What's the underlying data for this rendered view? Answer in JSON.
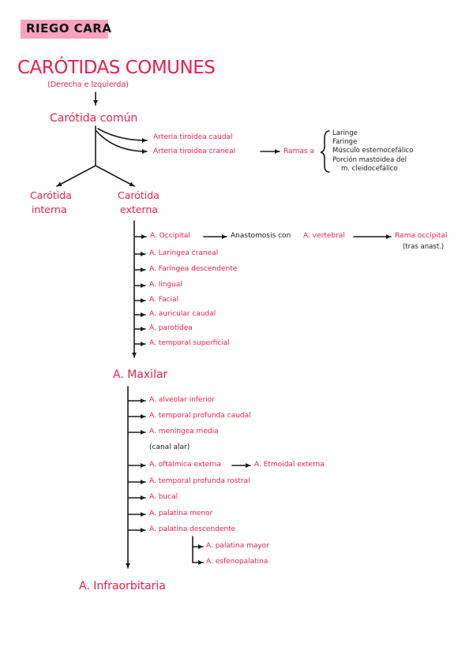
{
  "header": {
    "title": "RIEGO CARA"
  },
  "main": {
    "title": "CARÓTIDAS COMUNES",
    "subtitle": "(Derecha e Izquierda)"
  },
  "carotida_comun": {
    "label": "Carótida común",
    "tiroidea_caudal": "Arteria tiroidea caudal",
    "tiroidea_craneal": "Arteria tiroidea craneal",
    "ramas_label": "Ramas a",
    "ramas": [
      "Laringe",
      "Faringe",
      "Músculo esternocefálico",
      "Porción mastoidea del",
      "m. cleidocefálico"
    ]
  },
  "carotida_interna": {
    "line1": "Carótida",
    "line2": "interna"
  },
  "carotida_externa": {
    "line1": "Carótida",
    "line2": "externa",
    "branches": [
      "A. Occipital",
      "A. Laríngea craneal",
      "A. Faríngea descendente",
      "A. lingual",
      "A. Facial",
      "A. auricular caudal",
      "A. parotídea",
      "A. temporal superficial"
    ],
    "anastomosis": "Anastomosis con",
    "vertebral": "A. vertebral",
    "rama_occipital": "Rama occipital",
    "tras_anast": "(tras anast.)"
  },
  "maxilar": {
    "label": "A. Maxilar",
    "branches": [
      "A. alveolar inferior",
      "A. temporal profunda caudal",
      "A. meníngea media",
      "(canal alar)",
      "A. oftálmica externa",
      "A. temporal profunda rostral",
      "A. bucal",
      "A. palatina menor",
      "A. palatina descendente"
    ],
    "etmoidal": "A. Etmoidal externa",
    "palatina_sub": [
      "A. palatina mayor",
      "A. esfenopalatina"
    ]
  },
  "infraorbitaria": {
    "label": "A. Infraorbitaria"
  },
  "colors": {
    "ink": "#1a1a1a",
    "red": "#e8204a",
    "highlight": "#f7a3bd"
  }
}
